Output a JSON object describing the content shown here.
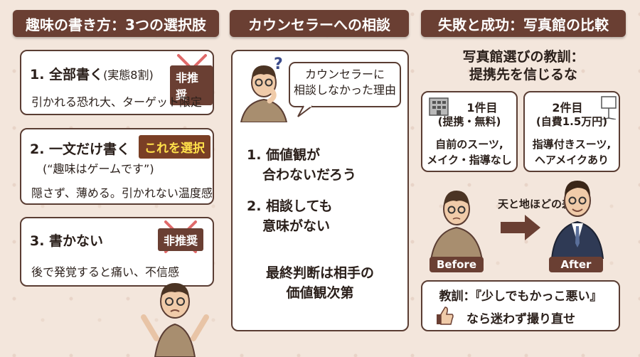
{
  "left": {
    "header": "趣味の書き方：3つの選択肢",
    "option1": {
      "title": "1. 全部書く",
      "note": "(実態8割)",
      "badge": "非推奨",
      "desc": "引かれる恐れ大、ターゲット限定"
    },
    "option2": {
      "title": "2. 一文だけ書く",
      "badge": "これを選択",
      "example": "(“趣味はゲームです”)",
      "desc": "隠さず、薄める。引かれない温度感"
    },
    "option3": {
      "title": "3. 書かない",
      "badge": "非推奨",
      "desc": "後で発覚すると痛い、不信感"
    }
  },
  "middle": {
    "header": "カウンセラーへの相談",
    "bubble_line1": "カウンセラーに",
    "bubble_line2": "相談しなかった理由",
    "reason1_line1": "1. 価値観が",
    "reason1_line2": "合わないだろう",
    "reason2_line1": "2. 相談しても",
    "reason2_line2": "意味がない",
    "conclusion_line1": "最終判断は相手の",
    "conclusion_line2": "価値観次第"
  },
  "right": {
    "header": "失敗と成功：写真館の比較",
    "lesson_line1": "写真館選びの教訓：",
    "lesson_line2": "提携先を信じるな",
    "studio1": {
      "title": "1件目",
      "sub": "(提携・無料)",
      "line1": "自前のスーツ,",
      "line2": "メイク・指導なし"
    },
    "studio2": {
      "title": "2件目",
      "sub": "(自費1.5万円)",
      "line1": "指導付きスーツ,",
      "line2": "ヘアメイクあり"
    },
    "diff_label": "天と地ほどの差",
    "before_label": "Before",
    "after_label": "After",
    "moral_line1": "教訓：『少しでもかっこ悪い』",
    "moral_line2": "なら迷わず撮り直せ"
  },
  "colors": {
    "header_bg": "#6a3f33",
    "background": "#f3e6dc",
    "card_border": "#5a3d33",
    "x_mark": "#e06a6a",
    "badge_highlight": "#ffe04a"
  }
}
